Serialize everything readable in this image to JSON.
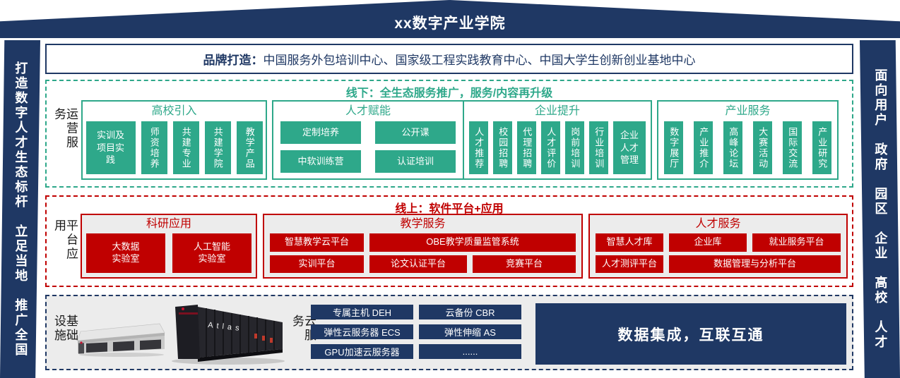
{
  "colors": {
    "navy": "#1F3864",
    "green": "#2EA88A",
    "red": "#C00000",
    "panel_gray": "#ECECEC"
  },
  "roof": {
    "title": "xx数字产业学院"
  },
  "pillars": {
    "left": "打造数字人才生态标杆　立足当地　推广全国",
    "right": "面向用户　政府　园区　企业　高校　人才"
  },
  "brand": {
    "label": "品牌打造：",
    "text": "中国服务外包培训中心、国家级工程实践教育中心、中国大学生创新创业基地中心"
  },
  "offline": {
    "side_label": "运营服务",
    "header": "线下：全生态服务推广，服务/内容再升级",
    "groups": [
      {
        "title": "高校引入",
        "items": [
          "实训及\n项目实\n践",
          "师资培养",
          "共建专业",
          "共建学院",
          "教学产品"
        ]
      },
      {
        "title": "人才赋能",
        "items": [
          "定制培养",
          "公开课",
          "中软训练营",
          "认证培训"
        ]
      },
      {
        "title": "企业提升",
        "items": [
          "人才推荐",
          "校园招聘",
          "代理招聘",
          "人才评价",
          "岗前培训",
          "行业培训",
          "企业\n人才\n管理"
        ]
      },
      {
        "title": "产业服务",
        "items": [
          "数字展厅",
          "产业推介",
          "高峰论坛",
          "大赛活动",
          "国际交流",
          "产业研究"
        ]
      }
    ]
  },
  "online": {
    "side_label": "平台应用",
    "header": "线上：软件平台+应用",
    "groups": [
      {
        "title": "科研应用",
        "items": [
          "大数据\n实验室",
          "人工智能\n实验室"
        ]
      },
      {
        "title": "教学服务",
        "rows": [
          [
            "智慧教学云平台",
            "OBE教学质量监管系统"
          ],
          [
            "实训平台",
            "论文认证平台",
            "竞赛平台"
          ]
        ]
      },
      {
        "title": "人才服务",
        "rows": [
          [
            "智慧人才库",
            "企业库",
            "就业服务平台"
          ],
          [
            "人才测评平台",
            "数据管理与分析平台"
          ]
        ]
      }
    ]
  },
  "infra": {
    "side_label": "基础设施",
    "cloud_label": "云服务",
    "server_label": "Atlas",
    "cloud_items": [
      "专属主机 DEH",
      "云备份 CBR",
      "弹性云服务器 ECS",
      "弹性伸缩 AS",
      "GPU加速云服务器",
      "......"
    ],
    "banner": "数据集成，互联互通"
  }
}
